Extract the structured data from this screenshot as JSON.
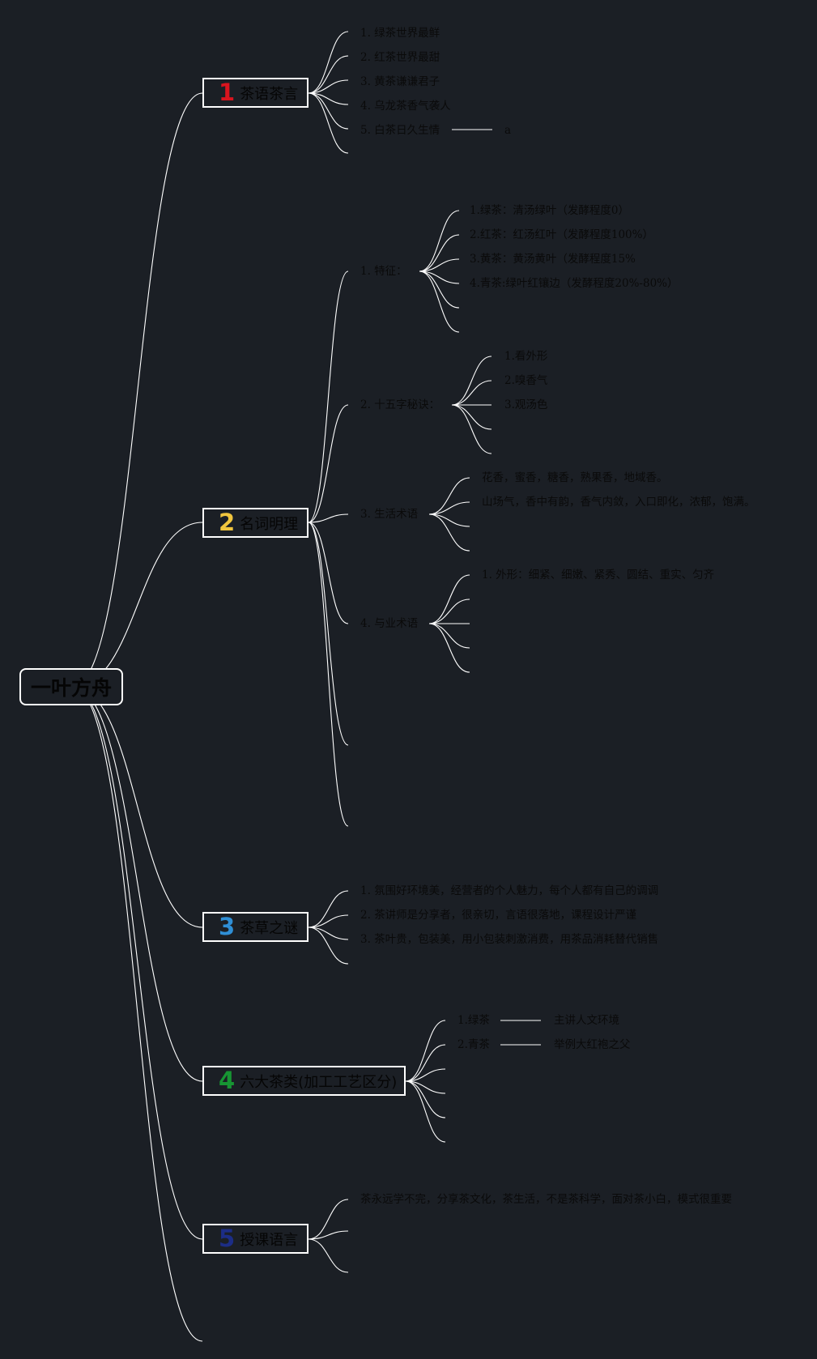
{
  "root": {
    "label": "一叶方舟"
  },
  "topics": [
    {
      "num": "1",
      "num_color": "#d9141e",
      "label": "茶语茶言",
      "items": [
        "1. 绿茶世界最鲜",
        "2. 红茶世界最甜",
        "3. 黄茶谦谦君子",
        "4. 乌龙茶香气袭人",
        "5. 白茶日久生情"
      ],
      "note": "a"
    },
    {
      "num": "2",
      "num_color": "#f0c53e",
      "label": "名词明理",
      "groups": [
        {
          "label": "1. 特征：",
          "items": [
            "1.绿茶：清汤绿叶（发酵程度0）",
            "2.红茶：红汤红叶（发酵程度100%）",
            "3.黄茶：黄汤黄叶（发酵程度15%",
            "4.青茶:绿叶红镶边（发酵程度20%-80%）"
          ]
        },
        {
          "label": "2. 十五字秘诀：",
          "items": [
            "1.看外形",
            "2.嗅香气",
            "3.观汤色"
          ]
        },
        {
          "label": "3. 生活术语",
          "items": [
            "花香，蜜香，糖香，熟果香，地域香。",
            "山场气，香中有韵，香气内敛，入口即化，浓郁，饱满。"
          ]
        },
        {
          "label": "4. 与业术语",
          "items": [
            "1. 外形：细紧、细嫩、紧秀、圆结、重实、匀齐"
          ]
        }
      ]
    },
    {
      "num": "3",
      "num_color": "#2f8fd6",
      "label": "茶草之谜",
      "items": [
        "1. 氛围好环境美，经营者的个人魅力，每个人都有自己的调调",
        "2. 茶讲师是分享者，很亲切，言语很落地，课程设计严谨",
        "3. 茶叶贵，包装美，用小包装刺激消费，用茶品消耗替代销售"
      ]
    },
    {
      "num": "4",
      "num_color": "#179533",
      "label": "六大茶类(加工工艺区分)",
      "items": [
        {
          "label": "1.绿茶",
          "note": "主讲人文环境"
        },
        {
          "label": "2.青茶",
          "note": "举例大红袍之父"
        }
      ]
    },
    {
      "num": "5",
      "num_color": "#1c2d86",
      "label": "授课语言",
      "items": [
        "茶永远学不完，分享茶文化，茶生活，不是茶科学，面对茶小白，模式很重要"
      ]
    }
  ]
}
